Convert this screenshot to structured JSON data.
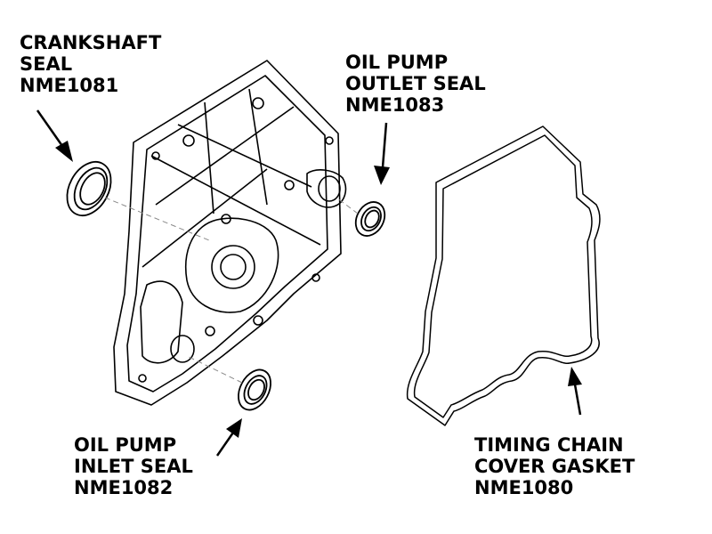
{
  "labels": {
    "crankshaft_seal": {
      "lines": [
        "CRANKSHAFT",
        "SEAL",
        "NME1081"
      ]
    },
    "oil_pump_outlet_seal": {
      "lines": [
        "OIL PUMP",
        "OUTLET SEAL",
        "NME1083"
      ]
    },
    "oil_pump_inlet_seal": {
      "lines": [
        "OIL PUMP",
        "INLET SEAL",
        "NME1082"
      ]
    },
    "timing_chain_cover_gasket": {
      "lines": [
        "TIMING CHAIN",
        "COVER GASKET",
        "NME1080"
      ]
    }
  },
  "colors": {
    "line": "#000000",
    "background": "#ffffff",
    "leader": "#888888"
  }
}
